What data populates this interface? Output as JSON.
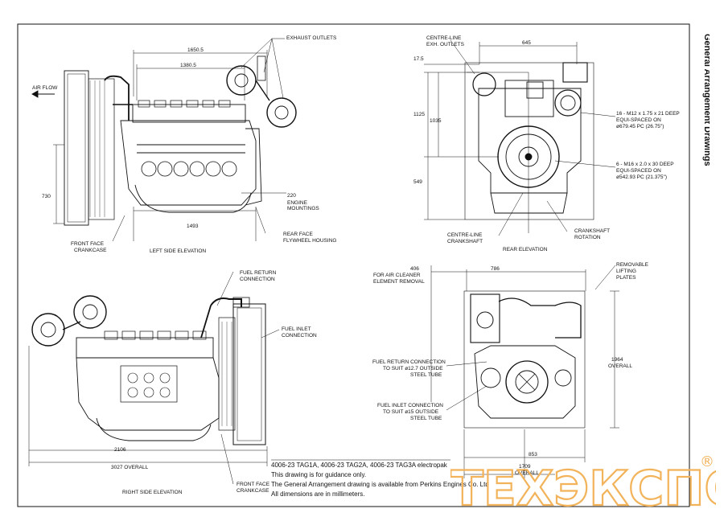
{
  "title": "General Arrangement Drawings",
  "views": {
    "left": "LEFT SIDE ELEVATION",
    "rear": "REAR ELEVATION",
    "right": "RIGHT SIDE ELEVATION"
  },
  "labels": {
    "exhaust": "EXHAUST OUTLETS",
    "airflow": "AIR FLOW",
    "engine_mountings_1": "ENGINE",
    "engine_mountings_2": "MOUNTINGS",
    "front_face_1": "FRONT FACE",
    "front_face_2": "CRANKCASE",
    "rear_face_1": "REAR FACE",
    "rear_face_2": "FLYWHEEL HOUSING",
    "centreline_exh_1": "CENTRE-LINE",
    "centreline_exh_2": "EXH. OUTLETS",
    "m12_1": "16 - M12 x 1.75 x 21 DEEP",
    "m12_2": "EQUI-SPACED ON",
    "m12_3": "ø679.45 PC (26.75\")",
    "m16_1": "6 - M16 x 2.0 x 30 DEEP",
    "m16_2": "EQUI-SPACED ON",
    "m16_3": "ø542.93 PC (21.375\")",
    "centreline_crank_1": "CENTRE-LINE",
    "centreline_crank_2": "CRANKSHAFT",
    "crank_rot_1": "CRANKSHAFT",
    "crank_rot_2": "ROTATION",
    "air_cleaner_1": "FOR AIR CLEANER",
    "air_cleaner_2": "ELEMENT REMOVAL",
    "lifting_1": "REMOVABLE",
    "lifting_2": "LIFTING",
    "lifting_3": "PLATES",
    "fuel_ret_top_1": "FUEL RETURN",
    "fuel_ret_top_2": "CONNECTION",
    "fuel_in_top_1": "FUEL INLET",
    "fuel_in_top_2": "CONNECTION",
    "fuel_ret_1": "FUEL RETURN CONNECTION",
    "fuel_ret_2": "TO SUIT ø12.7 OUTSIDE",
    "fuel_ret_3": "STEEL TUBE",
    "fuel_in_1": "FUEL INLET CONNECTION",
    "fuel_in_2": "TO SUIT ø15 OUTSIDE",
    "fuel_in_3": "STEEL TUBE",
    "overall_1": "OVERALL",
    "rf_front_1": "FRONT FACE",
    "rf_front_2": "CRANKCASE"
  },
  "dims": {
    "d1650": "1650.5",
    "d1380": "1380.5",
    "d730": "730",
    "d220": "220",
    "d1493": "1493",
    "d645": "645",
    "d17": "17.5",
    "d1125": "1125",
    "d1035": "1035",
    "d549": "549",
    "d406": "406",
    "d786": "786",
    "d1964": "1964",
    "d2106": "2106",
    "d3027": "3027  OVERALL",
    "d853": "853",
    "d1709": "1709",
    "overall_v": "OVERALL",
    "overall_h": "OVERALL"
  },
  "notes": [
    "4006-23 TAG1A, 4006-23 TAG2A, 4006-23 TAG3A electropak",
    "This drawing is for guidance only.",
    "The General Arrangement drawing is available from Perkins Engines Co. Ltd",
    "All dimensions are in millimeters."
  ],
  "watermark": {
    "text": "ТЕХЭКСПО",
    "mark": "®",
    "color": "#f2b35a"
  }
}
